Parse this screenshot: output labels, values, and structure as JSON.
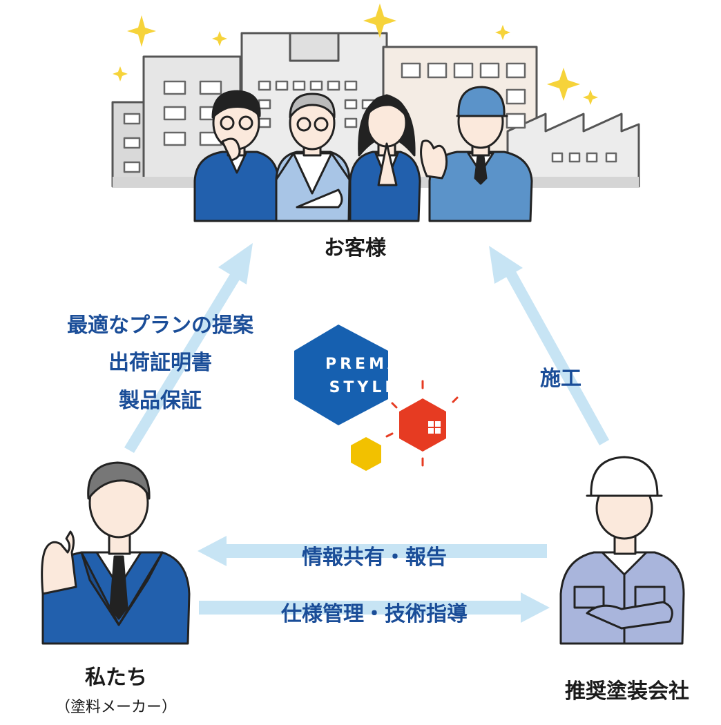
{
  "nodes": {
    "customers": {
      "label": "お客様"
    },
    "us": {
      "label": "私たち",
      "sub": "（塗料メーカー）"
    },
    "contractor": {
      "label": "推奨塗装会社"
    }
  },
  "flows": {
    "us_to_customers": [
      "最適なプランの提案",
      "出荷証明書",
      "製品保証"
    ],
    "contractor_to_customers": "施工",
    "contractor_to_us": "情報共有・報告",
    "us_to_contractor": "仕様管理・技術指導"
  },
  "logo": {
    "line1": "PREMA",
    "line2": "STYLE"
  },
  "colors": {
    "arrow": "#c7e4f4",
    "navy_text": "#1a4d98",
    "hex_blue": "#1660b0",
    "hex_red": "#e63b22",
    "hex_yellow": "#f2c100",
    "suit_blue": "#2260ad",
    "work_blue": "#5b93c9",
    "contractor_uniform": "#a9b5dc",
    "sparkle": "#f6d33a",
    "building_gray": "#dcdcdc"
  },
  "icons": [
    "sparkle-icon",
    "window-grid-icon"
  ]
}
